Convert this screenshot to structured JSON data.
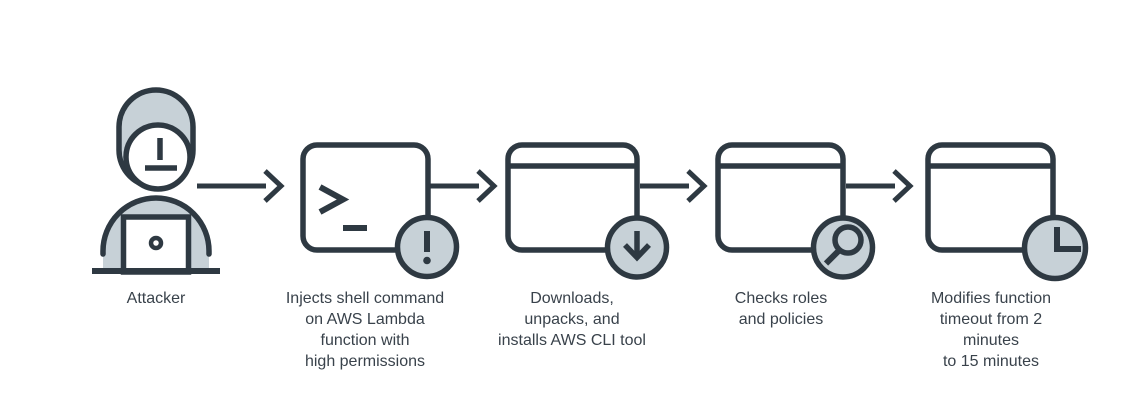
{
  "colors": {
    "stroke": "#2e3942",
    "badge_fill": "#c7d1d7",
    "text": "#39424b",
    "background": "#ffffff"
  },
  "diagram_type": "attack-flow",
  "connectors": {
    "count": 4,
    "style": "right-arrow"
  },
  "steps": [
    {
      "name": "attacker",
      "icon": "hooded-attacker-with-laptop-icon",
      "badge_icon": null,
      "label": "Attacker"
    },
    {
      "name": "inject-shell-command",
      "icon": "terminal-prompt-icon",
      "badge_icon": "exclamation-alert-icon",
      "label": "Injects shell command\non AWS Lambda\nfunction with\nhigh permissions"
    },
    {
      "name": "download-unpack-install",
      "icon": "browser-window-icon",
      "badge_icon": "download-arrow-icon",
      "label": "Downloads,\nunpacks, and\ninstalls AWS CLI tool"
    },
    {
      "name": "check-roles-policies",
      "icon": "browser-window-icon",
      "badge_icon": "magnifier-search-icon",
      "label": "Checks roles\nand policies"
    },
    {
      "name": "modify-timeout",
      "icon": "browser-window-icon",
      "badge_icon": "clock-icon",
      "label": "Modifies function\ntimeout from 2 minutes\nto 15 minutes"
    }
  ]
}
